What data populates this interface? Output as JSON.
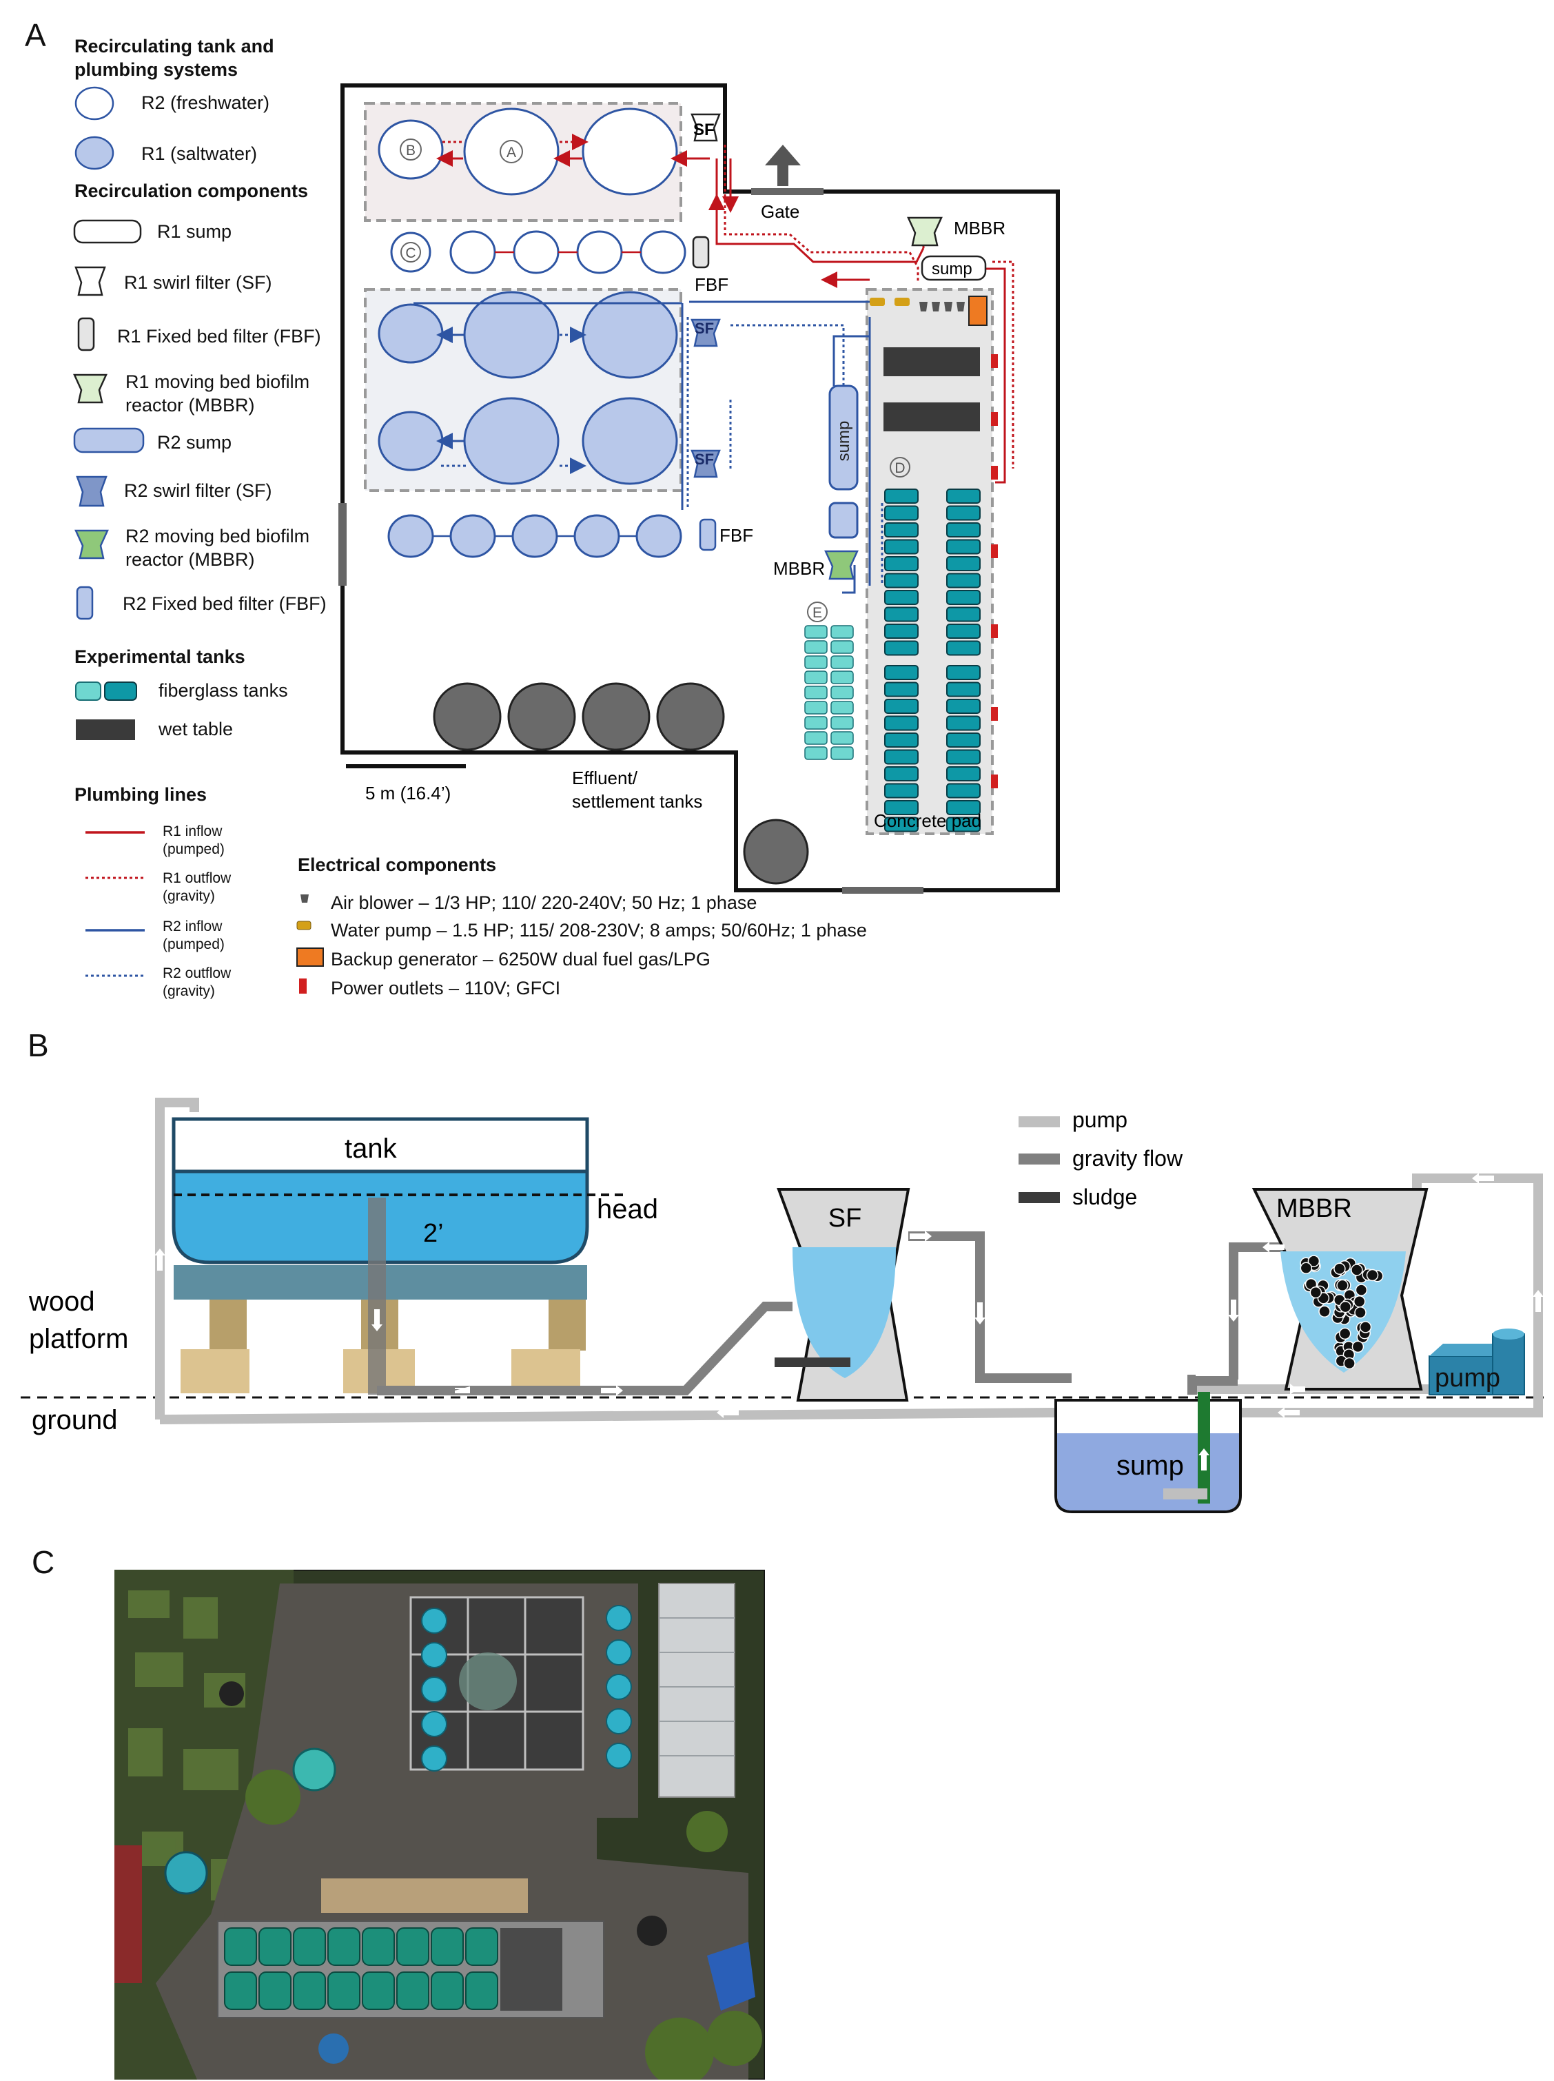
{
  "panels": {
    "a": "A",
    "b": "B",
    "c": "C"
  },
  "legend": {
    "tanks_heading_line1": "Recirculating tank and",
    "tanks_heading_line2": "plumbing systems",
    "r2_fresh": "R2 (freshwater)",
    "r1_salt": "R1 (saltwater)",
    "components_heading": "Recirculation components",
    "r1_sump": "R1 sump",
    "r1_sf": "R1 swirl filter (SF)",
    "r1_fbf": "R1 Fixed bed filter (FBF)",
    "r1_mbbr_line1": "R1 moving bed biofilm",
    "r1_mbbr_line2": "reactor (MBBR)",
    "r2_sump": "R2 sump",
    "r2_sf": "R2 swirl filter (SF)",
    "r2_mbbr_line1": "R2 moving bed biofilm",
    "r2_mbbr_line2": "reactor (MBBR)",
    "r2_fbf": "R2 Fixed bed filter (FBF)",
    "exp_heading": "Experimental tanks",
    "fiberglass": "fiberglass tanks",
    "wet_table": "wet table",
    "plumbing_heading": "Plumbing lines",
    "r1_inflow_1": "R1 inflow",
    "r1_inflow_2": "(pumped)",
    "r1_outflow_1": "R1 outflow",
    "r1_outflow_2": "(gravity)",
    "r2_inflow_1": "R2 inflow",
    "r2_inflow_2": "(pumped)",
    "r2_outflow_1": "R2 outflow",
    "r2_outflow_2": "(gravity)"
  },
  "electrical": {
    "heading": "Electrical components",
    "blower": "Air blower – 1/3 HP; 110/ 220-240V; 50 Hz; 1 phase",
    "pump": "Water pump – 1.5 HP; 115/ 208-230V; 8 amps; 50/60Hz; 1 phase",
    "generator": "Backup generator – 6250W dual fuel gas/LPG",
    "outlets": "Power outlets – 110V; GFCI"
  },
  "map": {
    "gate": "Gate",
    "sf": "SF",
    "fbf": "FBF",
    "mbbr": "MBBR",
    "sump": "sump",
    "label_a": "A",
    "label_b": "B",
    "label_c": "C",
    "label_d": "D",
    "label_e": "E",
    "concrete_pad": "Concrete pad",
    "scale": "5 m  (16.4’)",
    "effluent_1": "Effluent/",
    "effluent_2": "settlement tanks"
  },
  "schematic": {
    "tank": "tank",
    "depth": "2’",
    "head": "head",
    "wood_1": "wood",
    "wood_2": "platform",
    "ground": "ground",
    "sf": "SF",
    "mbbr": "MBBR",
    "sump": "sump",
    "pump": "pump",
    "legend_pump": "pump",
    "legend_gravity": "gravity flow",
    "legend_sludge": "sludge"
  },
  "colors": {
    "r1_line": "#c0141c",
    "r2_line": "#2e55a3",
    "r2_fill": "#b8c8ea",
    "fiberglass_light": "#6fd7d0",
    "fiberglass_dark": "#0e98a6",
    "wet_table": "#3a3a3a",
    "generator": "#ee7a22",
    "pump_yellow": "#d4a017",
    "outlet": "#d11f1f",
    "pipe_pump": "#bfbfbf",
    "pipe_gravity": "#808080",
    "pipe_sludge": "#3b3b3b"
  }
}
